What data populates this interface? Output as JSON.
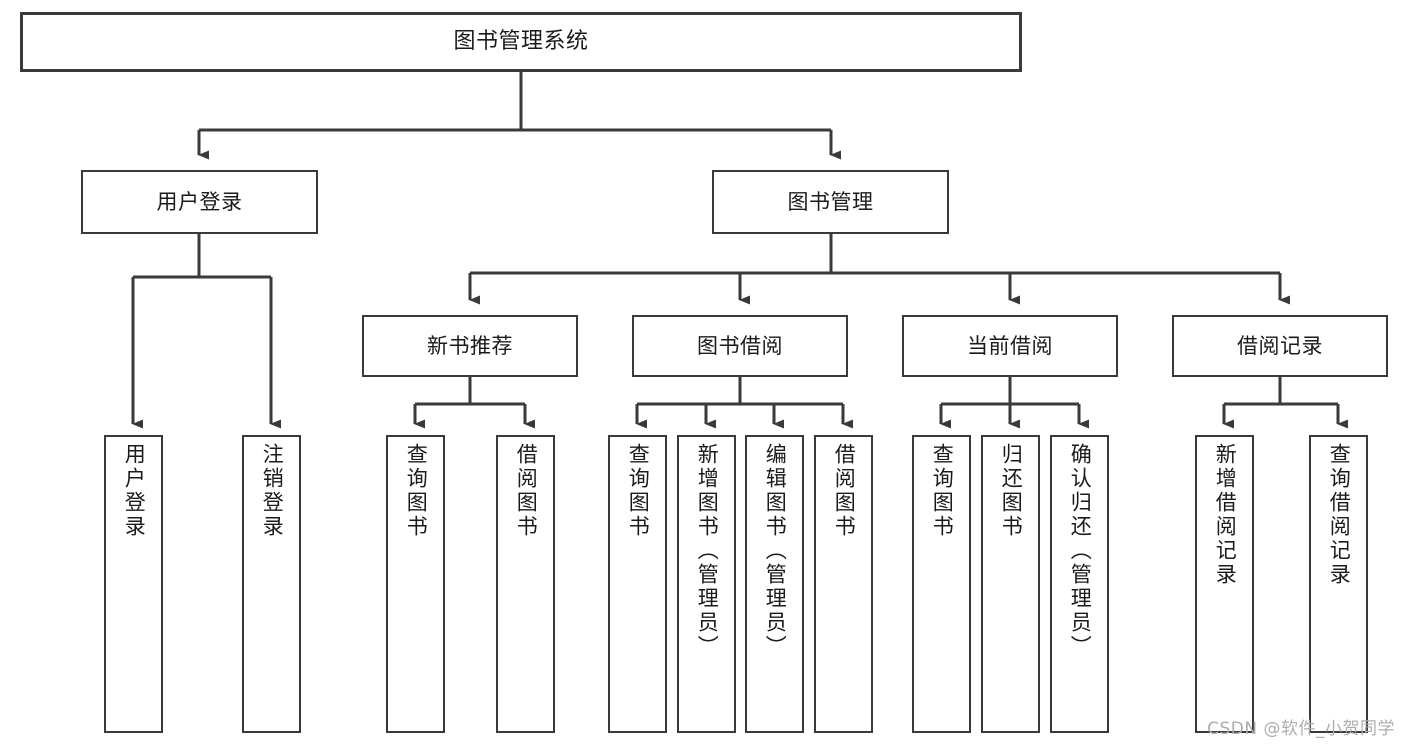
{
  "diagram": {
    "type": "hierarchy-tree",
    "title": "图书管理系统",
    "orientation": "top-down",
    "levels": [
      {
        "level": 1,
        "nodes": [
          {
            "id": "root",
            "label": "图书管理系统"
          }
        ]
      },
      {
        "level": 2,
        "nodes": [
          {
            "id": "user-login",
            "label": "用户登录",
            "parent": "root"
          },
          {
            "id": "book-manage",
            "label": "图书管理",
            "parent": "root"
          }
        ]
      },
      {
        "level": 3,
        "nodes": [
          {
            "id": "new-book-rec",
            "label": "新书推荐",
            "parent": "book-manage"
          },
          {
            "id": "book-borrow",
            "label": "图书借阅",
            "parent": "book-manage"
          },
          {
            "id": "current-borrow",
            "label": "当前借阅",
            "parent": "book-manage"
          },
          {
            "id": "borrow-record",
            "label": "借阅记录",
            "parent": "book-manage"
          }
        ]
      },
      {
        "level": 4,
        "nodes": [
          {
            "id": "leaf-user-login",
            "label": "用户登录",
            "parent": "user-login"
          },
          {
            "id": "leaf-user-logout",
            "label": "注销登录",
            "parent": "user-login"
          },
          {
            "id": "leaf-query-book-1",
            "label": "查询图书",
            "parent": "new-book-rec"
          },
          {
            "id": "leaf-borrow-book-1",
            "label": "借阅图书",
            "parent": "new-book-rec"
          },
          {
            "id": "leaf-query-book-2",
            "label": "查询图书",
            "parent": "book-borrow"
          },
          {
            "id": "leaf-add-book",
            "label": "新增图书（管理员）",
            "parent": "book-borrow"
          },
          {
            "id": "leaf-edit-book",
            "label": "编辑图书（管理员）",
            "parent": "book-borrow"
          },
          {
            "id": "leaf-borrow-book-2",
            "label": "借阅图书",
            "parent": "book-borrow"
          },
          {
            "id": "leaf-query-book-3",
            "label": "查询图书",
            "parent": "current-borrow"
          },
          {
            "id": "leaf-return-book",
            "label": "归还图书",
            "parent": "current-borrow"
          },
          {
            "id": "leaf-confirm-return",
            "label": "确认归还（管理员）",
            "parent": "current-borrow"
          },
          {
            "id": "leaf-add-record",
            "label": "新增借阅记录",
            "parent": "borrow-record"
          },
          {
            "id": "leaf-query-record",
            "label": "查询借阅记录",
            "parent": "borrow-record"
          }
        ]
      }
    ]
  },
  "watermark": {
    "text": "CSDN @软件_小贺同学"
  },
  "colors": {
    "border": "#3a3a3a",
    "text": "#1b1b1b",
    "background": "#ffffff",
    "watermark": "#adadad"
  }
}
